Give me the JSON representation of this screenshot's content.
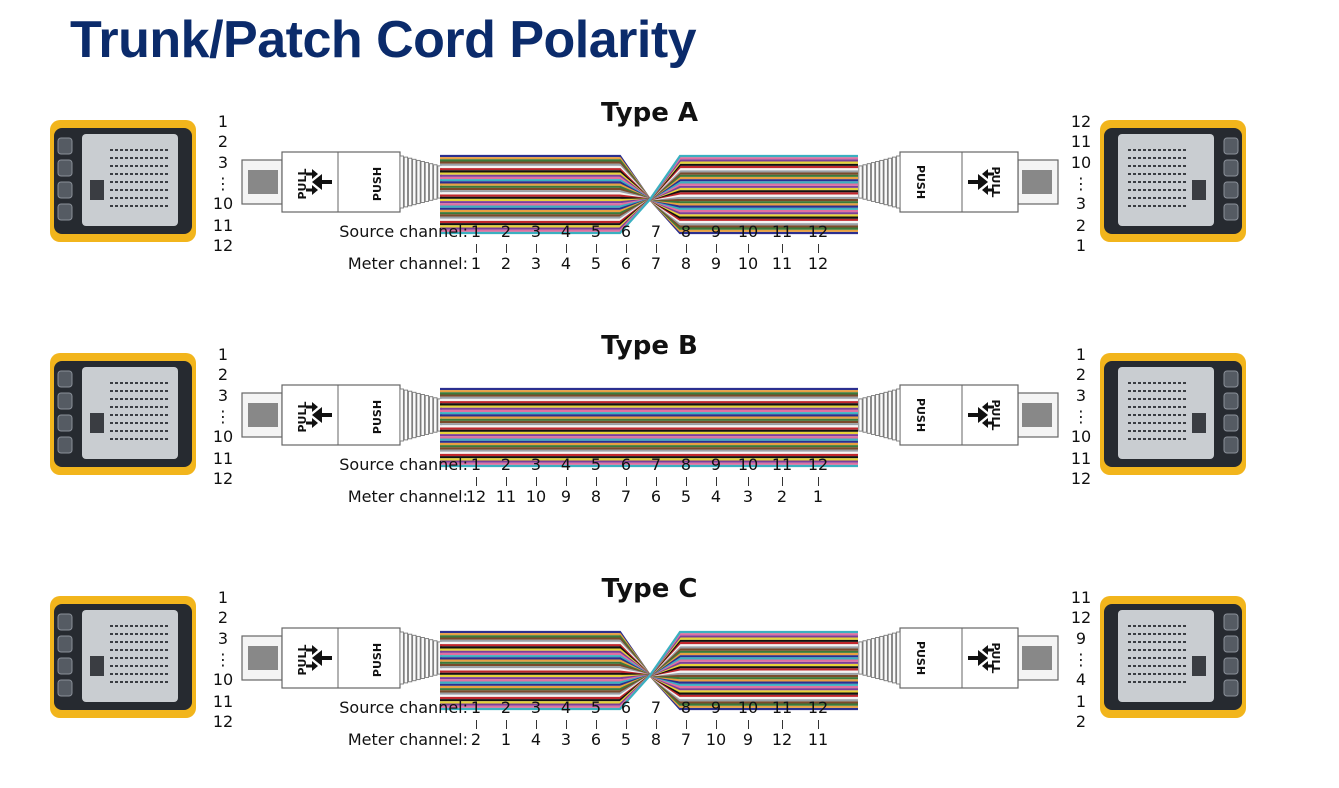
{
  "title": "Trunk/Patch Cord Polarity",
  "connector_labels": {
    "pull": "PULL",
    "push": "PUSH"
  },
  "row_labels": {
    "source": "Source channel:",
    "meter": "Meter channel:"
  },
  "colors": {
    "title": "#0b2b6b",
    "meter_body": "#f2b51c",
    "meter_face": "#3a3d42",
    "fibers": [
      "#2b2f8f",
      "#e8a040",
      "#3b7a3a",
      "#7a4a2a",
      "#9aa0a6",
      "#f4f4f4",
      "#c0282d",
      "#111111",
      "#e6d33a",
      "#7a3f9a",
      "#e070a0",
      "#3ab0c0"
    ]
  },
  "panels": [
    {
      "type": "Type A",
      "left_ports": [
        "1",
        "2",
        "3",
        "⋮",
        "10",
        "11",
        "12"
      ],
      "right_ports": [
        "12",
        "11",
        "10",
        "⋮",
        "3",
        "2",
        "1"
      ],
      "source": [
        "1",
        "2",
        "3",
        "4",
        "5",
        "6",
        "7",
        "8",
        "9",
        "10",
        "11",
        "12"
      ],
      "meter": [
        "1",
        "2",
        "3",
        "4",
        "5",
        "6",
        "7",
        "8",
        "9",
        "10",
        "11",
        "12"
      ],
      "crossed": true
    },
    {
      "type": "Type B",
      "left_ports": [
        "1",
        "2",
        "3",
        "⋮",
        "10",
        "11",
        "12"
      ],
      "right_ports": [
        "1",
        "2",
        "3",
        "⋮",
        "10",
        "11",
        "12"
      ],
      "source": [
        "1",
        "2",
        "3",
        "4",
        "5",
        "6",
        "7",
        "8",
        "9",
        "10",
        "11",
        "12"
      ],
      "meter": [
        "12",
        "11",
        "10",
        "9",
        "8",
        "7",
        "6",
        "5",
        "4",
        "3",
        "2",
        "1"
      ],
      "crossed": false
    },
    {
      "type": "Type C",
      "left_ports": [
        "1",
        "2",
        "3",
        "⋮",
        "10",
        "11",
        "12"
      ],
      "right_ports": [
        "11",
        "12",
        "9",
        "⋮",
        "4",
        "1",
        "2"
      ],
      "source": [
        "1",
        "2",
        "3",
        "4",
        "5",
        "6",
        "7",
        "8",
        "9",
        "10",
        "11",
        "12"
      ],
      "meter": [
        "2",
        "1",
        "4",
        "3",
        "6",
        "5",
        "8",
        "7",
        "10",
        "9",
        "12",
        "11"
      ],
      "crossed": true
    }
  ]
}
